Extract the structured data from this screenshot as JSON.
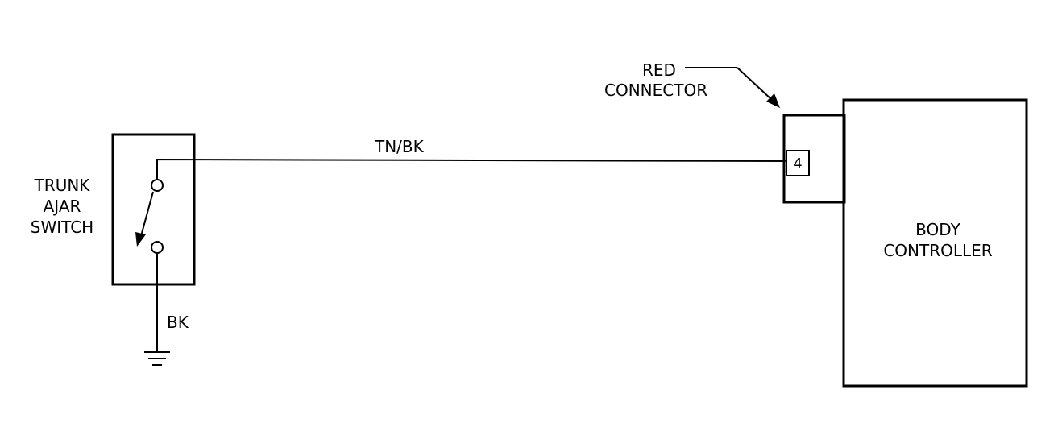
{
  "switch": {
    "label_lines": [
      "TRUNK",
      "AJAR",
      "SWITCH"
    ]
  },
  "wires": {
    "signal": "TN/BK",
    "ground": "BK"
  },
  "connector": {
    "label_lines": [
      "RED",
      "CONNECTOR"
    ],
    "pin": "4"
  },
  "controller": {
    "label_lines": [
      "BODY",
      "CONTROLLER"
    ]
  }
}
